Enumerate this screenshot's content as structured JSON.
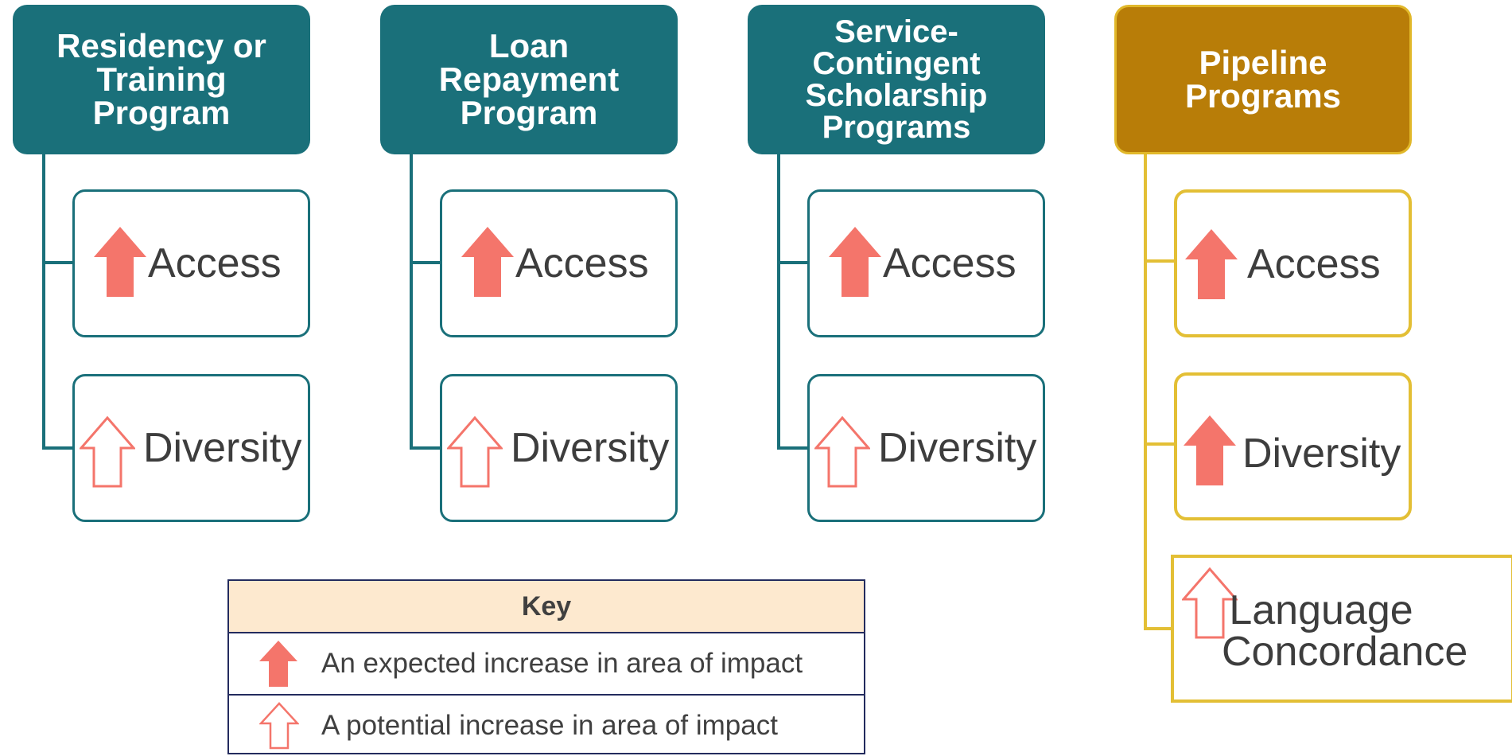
{
  "columns": [
    {
      "header": "Residency or Training Program",
      "color": "teal",
      "items": [
        {
          "label": "Access",
          "arrow": "filled"
        },
        {
          "label": "Diversity",
          "arrow": "outline"
        }
      ]
    },
    {
      "header": "Loan Repayment Program",
      "color": "teal",
      "items": [
        {
          "label": "Access",
          "arrow": "filled"
        },
        {
          "label": "Diversity",
          "arrow": "outline"
        }
      ]
    },
    {
      "header": "Service-Contingent Scholarship Programs",
      "color": "teal",
      "items": [
        {
          "label": "Access",
          "arrow": "filled"
        },
        {
          "label": "Diversity",
          "arrow": "outline"
        }
      ]
    },
    {
      "header": "Pipeline Programs",
      "color": "gold",
      "items": [
        {
          "label": "Access",
          "arrow": "filled"
        },
        {
          "label": "Diversity",
          "arrow": "filled"
        },
        {
          "label": "Language Concordance",
          "arrow": "outline"
        }
      ]
    }
  ],
  "key": {
    "title": "Key",
    "rows": [
      {
        "arrow": "filled",
        "text": "An expected increase in area of impact"
      },
      {
        "arrow": "outline",
        "text": "A potential increase in area of impact"
      }
    ]
  },
  "colors": {
    "teal": "#1a707a",
    "gold": "#b87d08",
    "gold_border": "#e3bf35",
    "arrow": "#f4756b",
    "key_header_bg": "#fde9cf"
  }
}
